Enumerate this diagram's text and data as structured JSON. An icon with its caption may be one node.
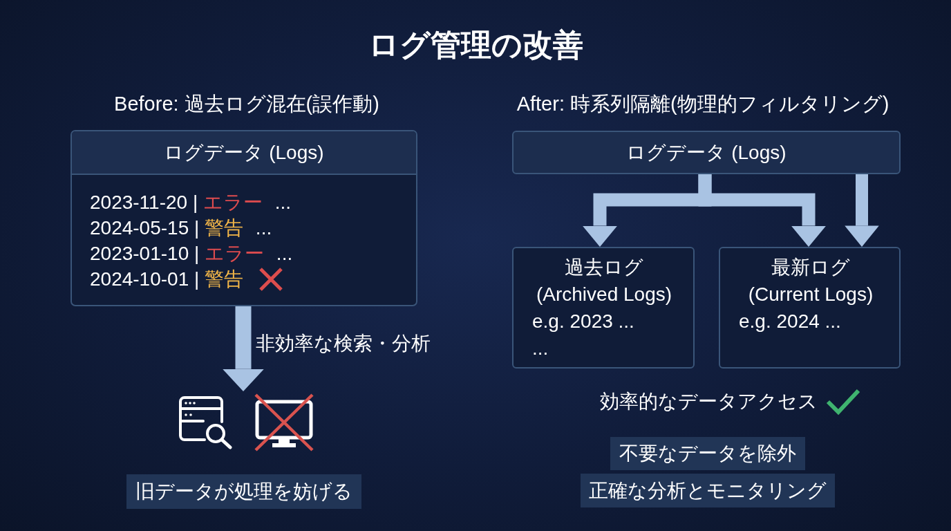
{
  "diagram": {
    "title": "ログ管理の改善",
    "nodes": [
      {
        "text": [
          "ログデータ (Logs)",
          "2023-11-20 | エラー ...",
          "2024-05-15 | 警告 ...",
          "2023-01-10 | エラー ...",
          "2024-10-01 | 警告"
        ]
      },
      {
        "text": [],
        "shape": "picture"
      },
      {
        "text": [
          "旧データが処理を妨げる"
        ]
      },
      {
        "text": [
          "ログデータ (Logs)"
        ]
      },
      {
        "text": [
          "過去ログ (Archived Logs)",
          "e.g. 2023 ...",
          "..."
        ]
      },
      {
        "text": [
          "最新ログ (Current Logs)",
          "e.g. 2024 ..."
        ]
      },
      {
        "text": [
          "不要なデータを除外"
        ]
      },
      {
        "text": [
          "正確な分析とモニタリング"
        ]
      }
    ],
    "edges": [
      {
        "from": 0,
        "to": 1,
        "arrow": "to",
        "label": "非効率な検索・分析"
      },
      {
        "from": 3,
        "to": 4,
        "arrow": "to"
      },
      {
        "from": 3,
        "to": 5,
        "arrow": "to"
      },
      {
        "from": 3,
        "to": 5,
        "arrow": "to"
      }
    ],
    "labels": [
      "Before: 過去ログ混在(誤作動)",
      "After: 時系列隔離(物理的フィルタリング)",
      "効率的なデータアクセス"
    ]
  }
}
